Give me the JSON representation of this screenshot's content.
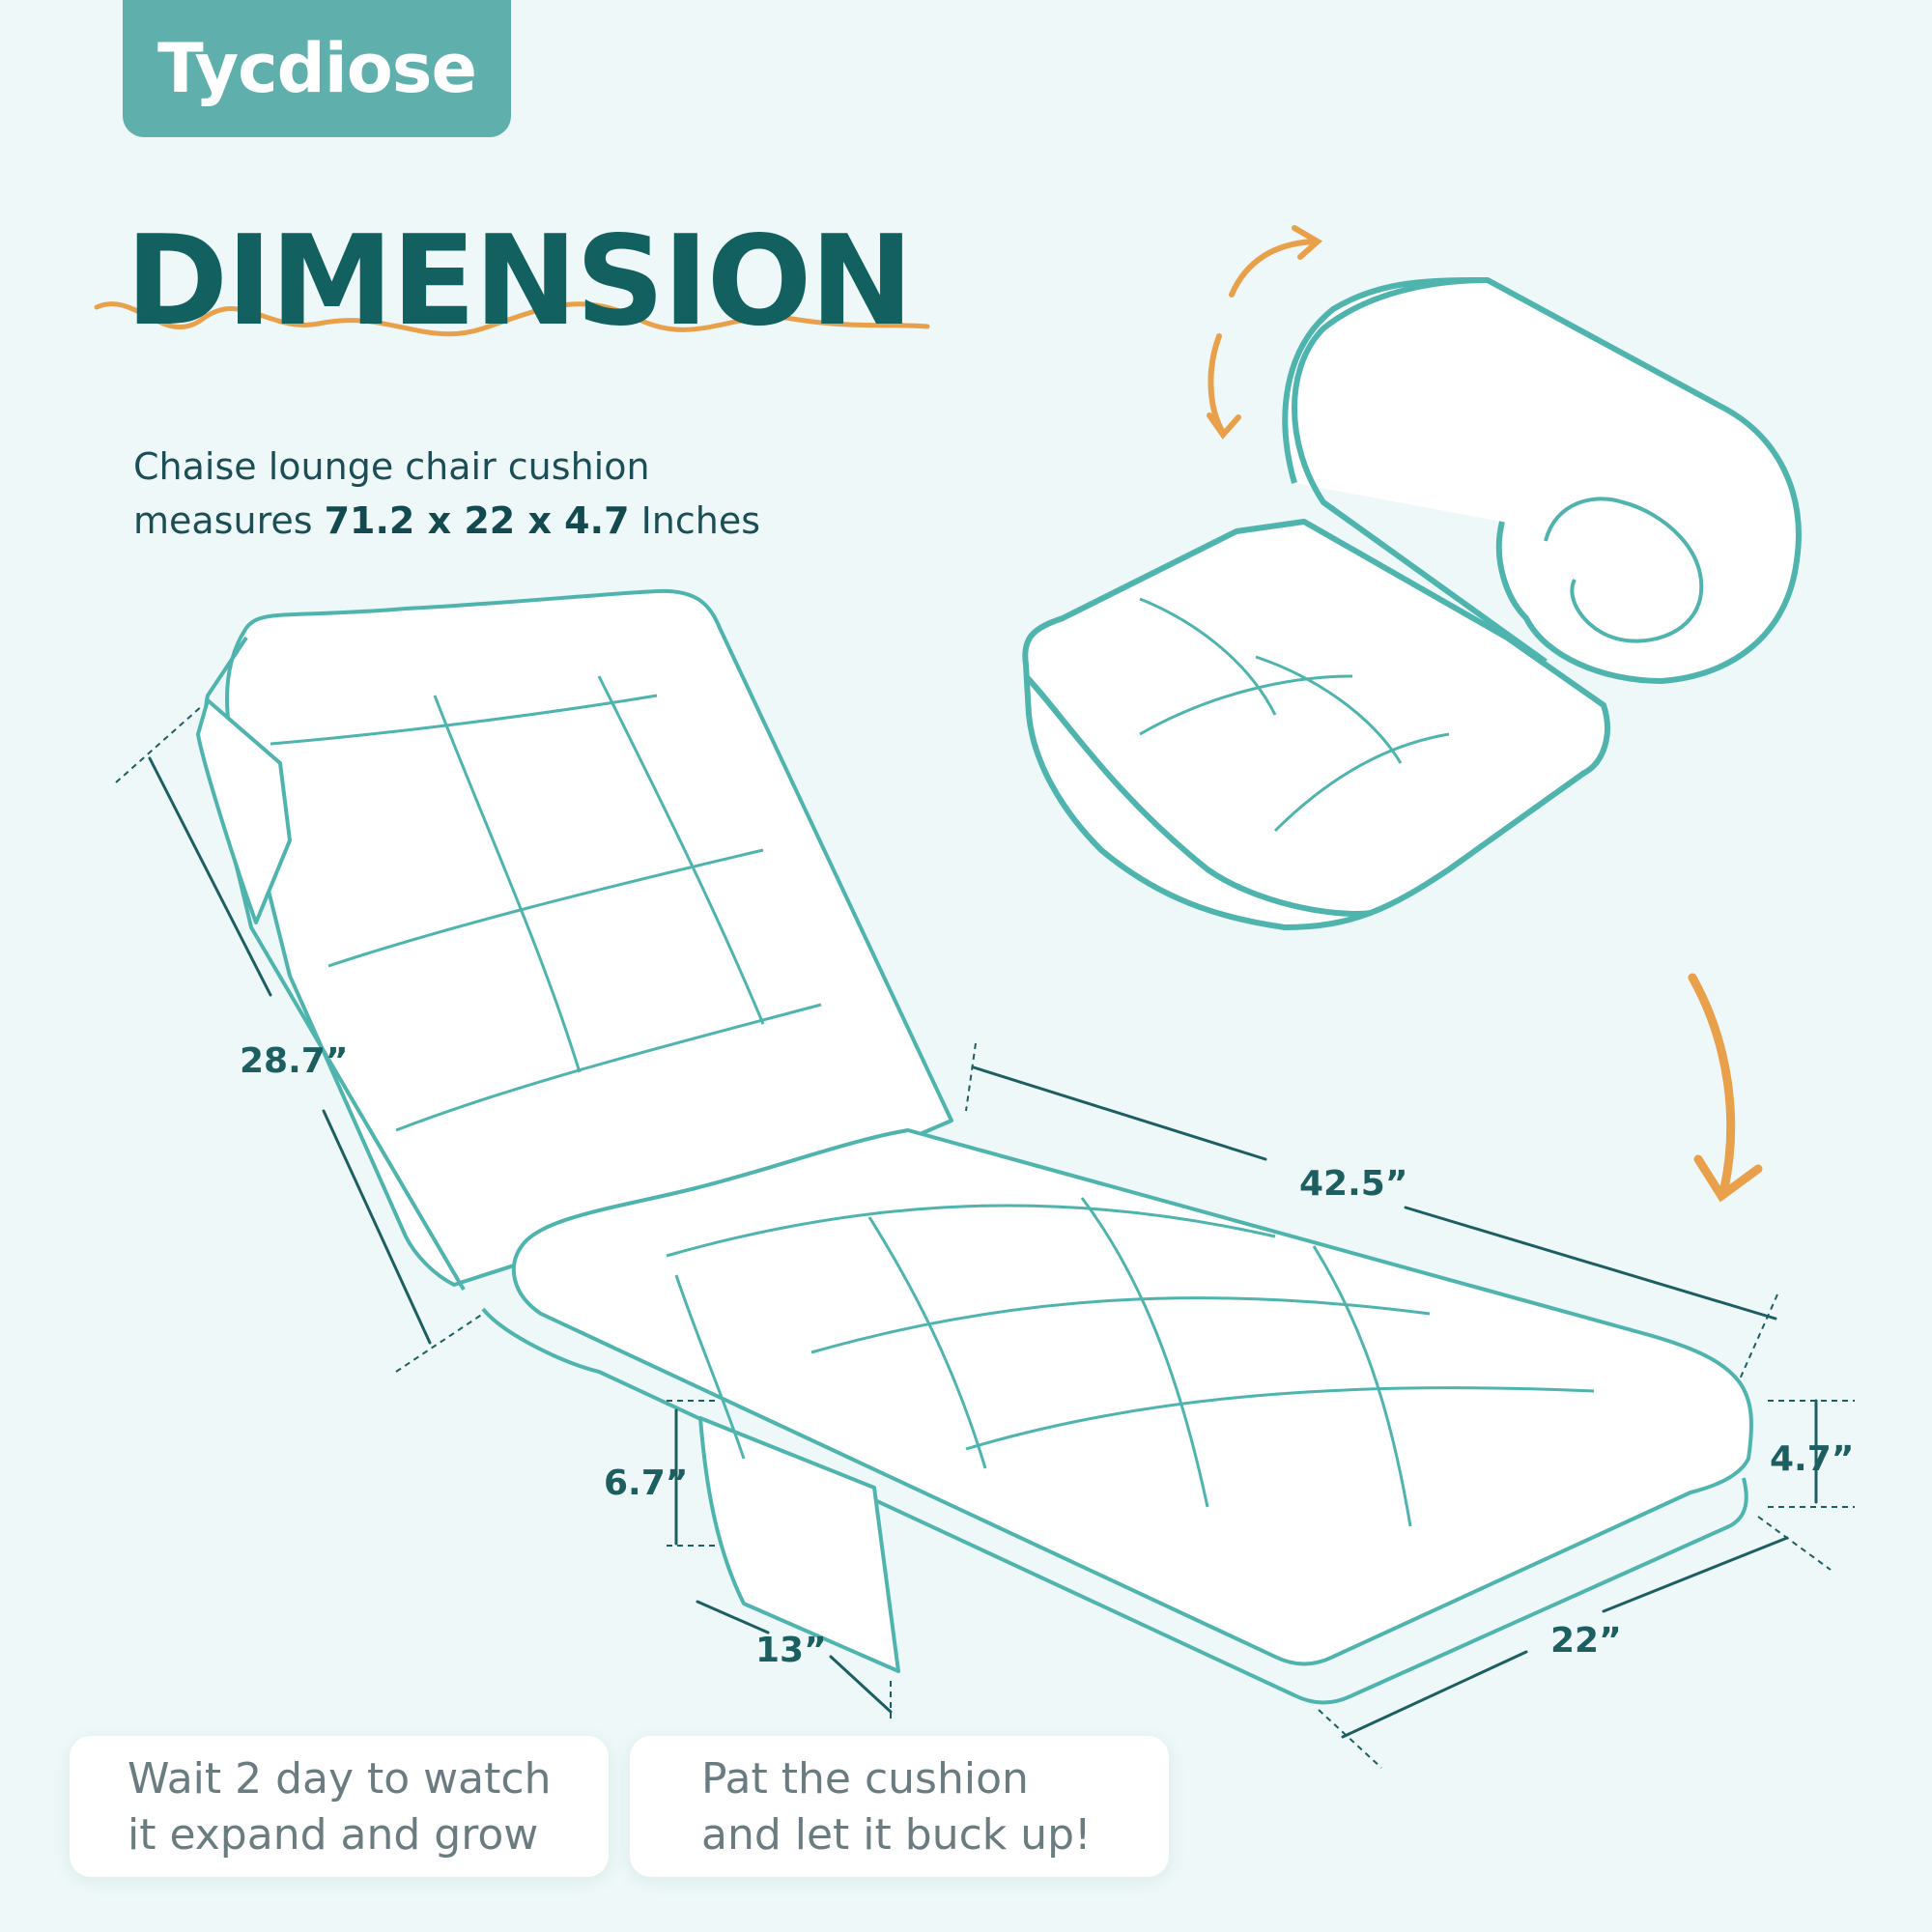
{
  "brand": {
    "logo_text": "Tycdiose"
  },
  "title": "DIMENSION",
  "subtitle": {
    "line1": "Chaise lounge chair cushion",
    "line2_prefix": "measures ",
    "line2_bold": "71.2 x 22 x 4.7",
    "line2_suffix": " Inches"
  },
  "dimensions": {
    "backrest_height": "28.7”",
    "seat_length": "42.5”",
    "thickness": "4.7”",
    "width": "22”",
    "pocket_height": "6.7”",
    "pocket_width": "13”"
  },
  "notes": {
    "left": {
      "line1": "Wait 2 day to watch",
      "line2": "it expand and grow"
    },
    "right": {
      "line1": "Pat the cushion",
      "line2": "and let it buck up!"
    }
  },
  "colors": {
    "background": "#eef8f8",
    "brand_teal": "#5fb0ad",
    "title_teal": "#12605f",
    "outline": "#4fb4ad",
    "accent_orange": "#e8a04a"
  }
}
